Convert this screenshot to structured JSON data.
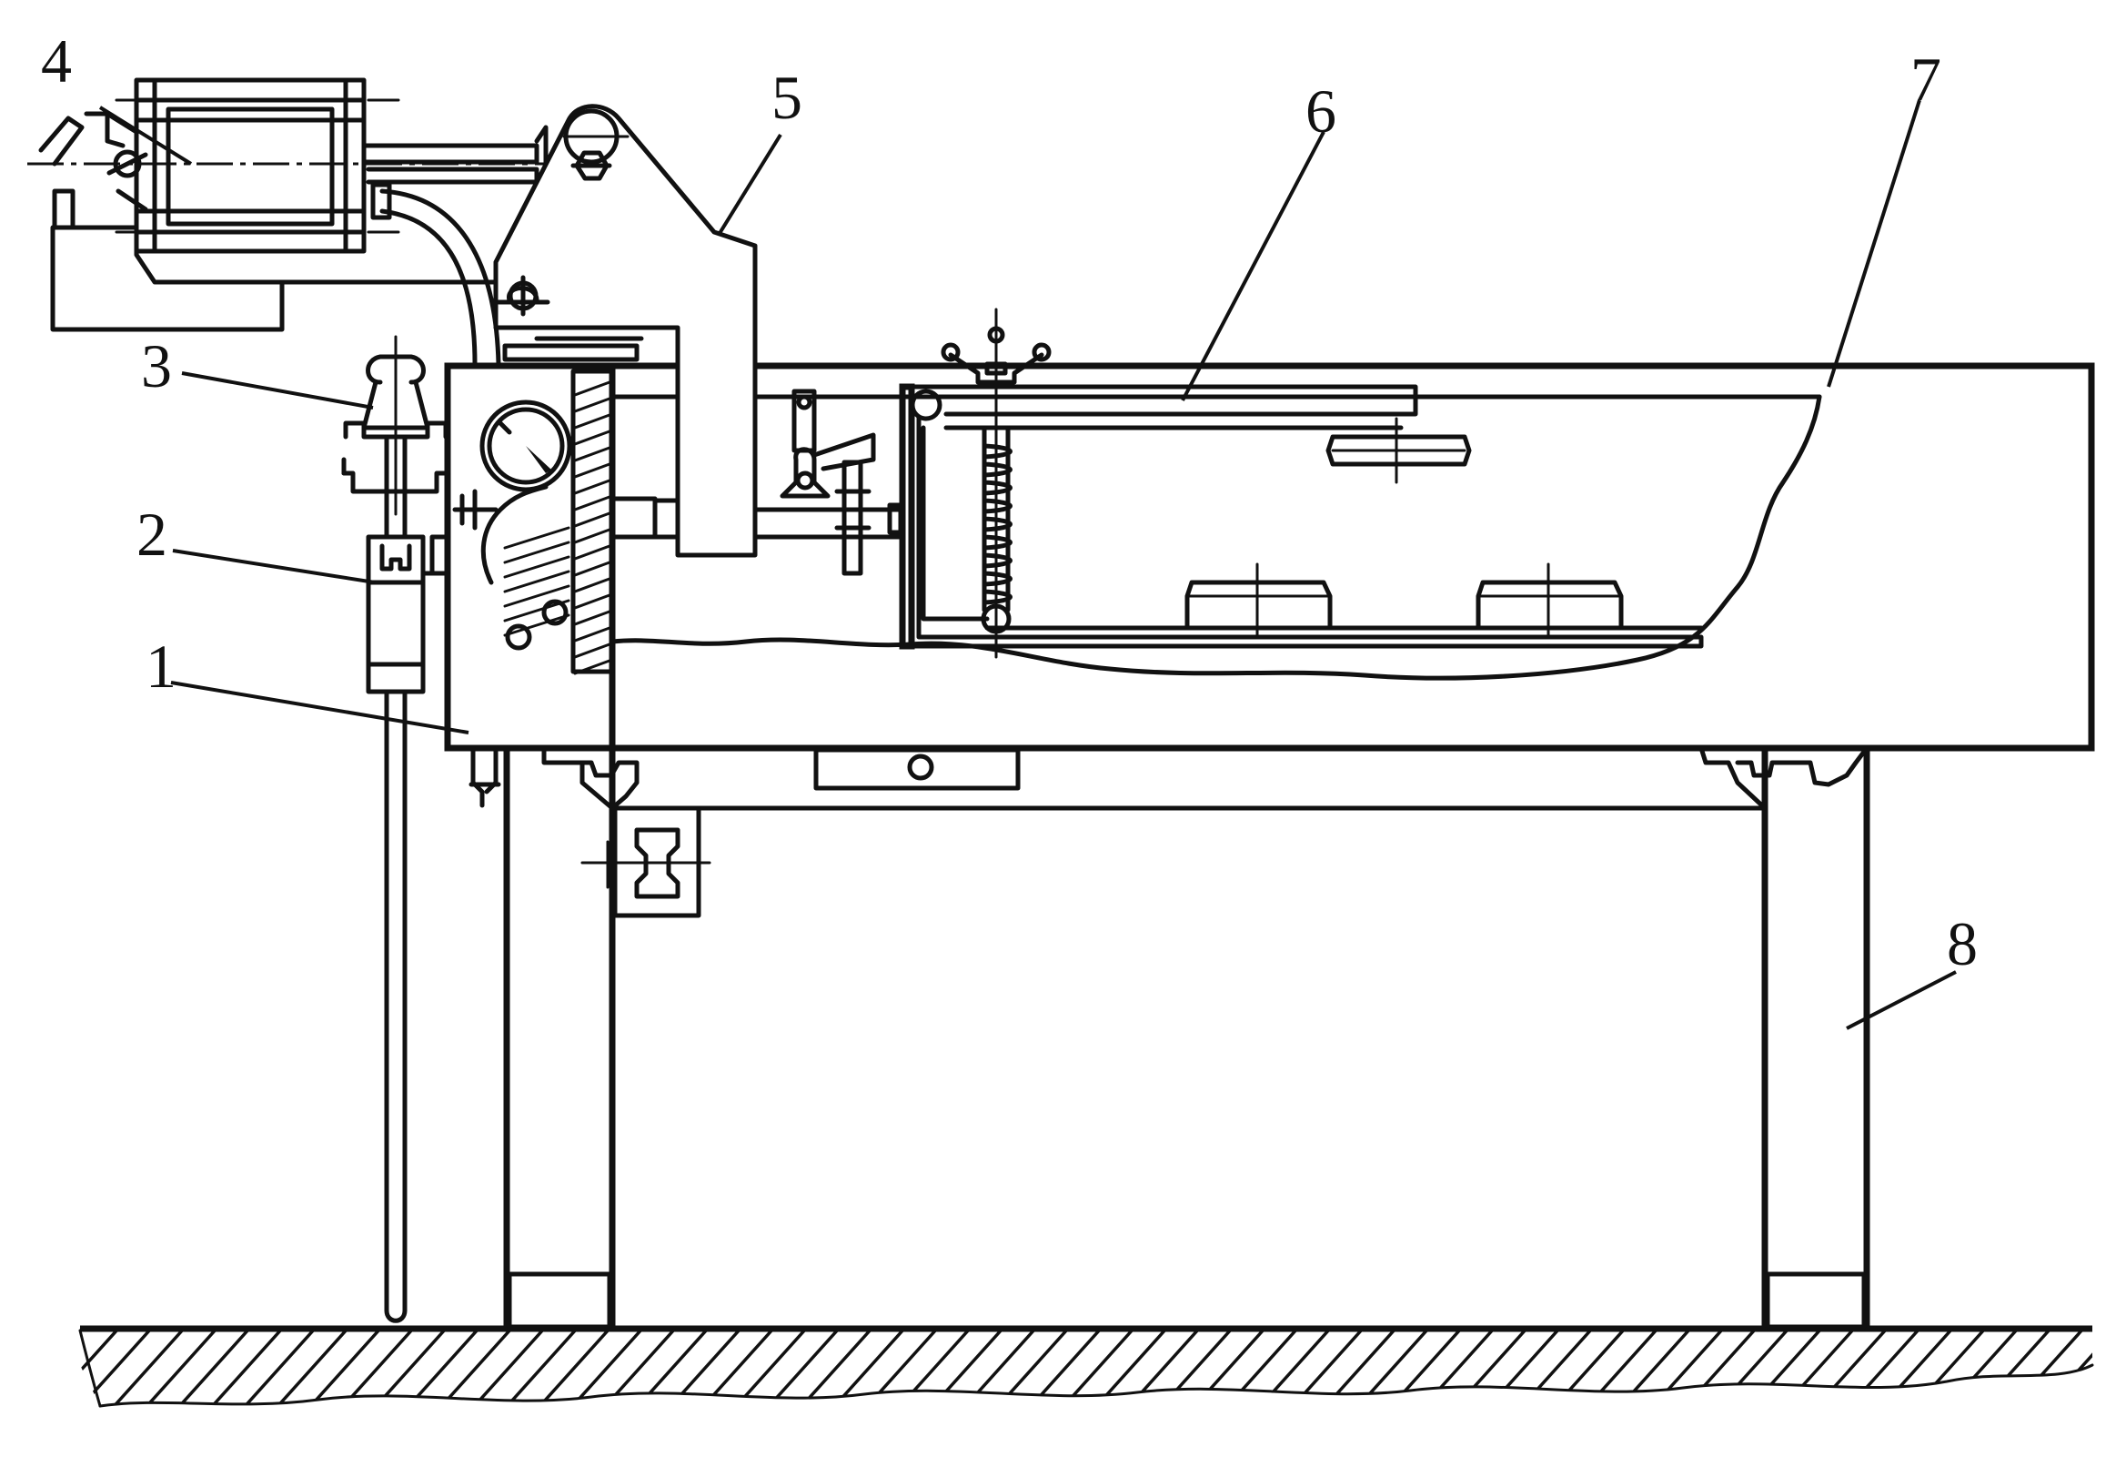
{
  "labels": [
    {
      "id": "1",
      "text": "1"
    },
    {
      "id": "2",
      "text": "2"
    },
    {
      "id": "3",
      "text": "3"
    },
    {
      "id": "4",
      "text": "4"
    },
    {
      "id": "5",
      "text": "5"
    },
    {
      "id": "6",
      "text": "6"
    },
    {
      "id": "7",
      "text": "7"
    },
    {
      "id": "8",
      "text": "8"
    }
  ],
  "colors": {
    "ink": "#111111",
    "paper": "#ffffff"
  }
}
